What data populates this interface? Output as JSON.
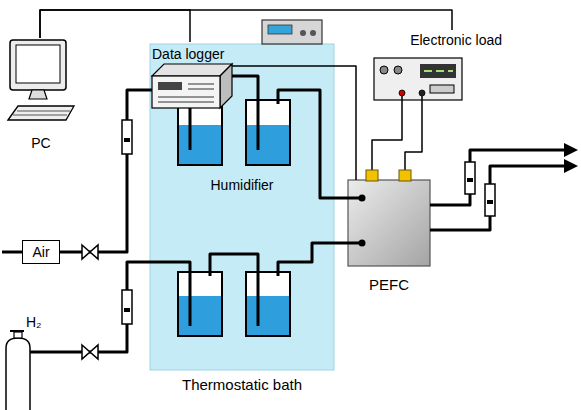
{
  "diagram": {
    "nodes": [
      {
        "text": [
          "PC"
        ]
      },
      {
        "text": [
          "Data logger"
        ]
      },
      {
        "text": [
          "Electronic load"
        ]
      },
      {
        "text": [
          "Air"
        ]
      },
      {
        "text": [
          "Thermostatic bath"
        ]
      },
      {
        "text": [
          "PEFC"
        ]
      },
      {
        "text": [
          "H₂"
        ]
      }
    ],
    "edges": [
      {
        "from": 0,
        "to": 1,
        "arrow": "none"
      },
      {
        "from": 0,
        "to": 2,
        "arrow": "none"
      },
      {
        "from": 1,
        "to": 5,
        "arrow": "none"
      },
      {
        "from": 2,
        "to": 5,
        "arrow": "none"
      },
      {
        "from": 2,
        "to": 5,
        "arrow": "none"
      },
      {
        "from": 3,
        "to": 4,
        "arrow": "none"
      },
      {
        "from": 6,
        "to": 4,
        "arrow": "none"
      },
      {
        "from": 4,
        "to": 5,
        "arrow": "none"
      },
      {
        "from": 4,
        "to": 5,
        "arrow": "none"
      }
    ],
    "labels": [
      "Humidifier"
    ]
  }
}
